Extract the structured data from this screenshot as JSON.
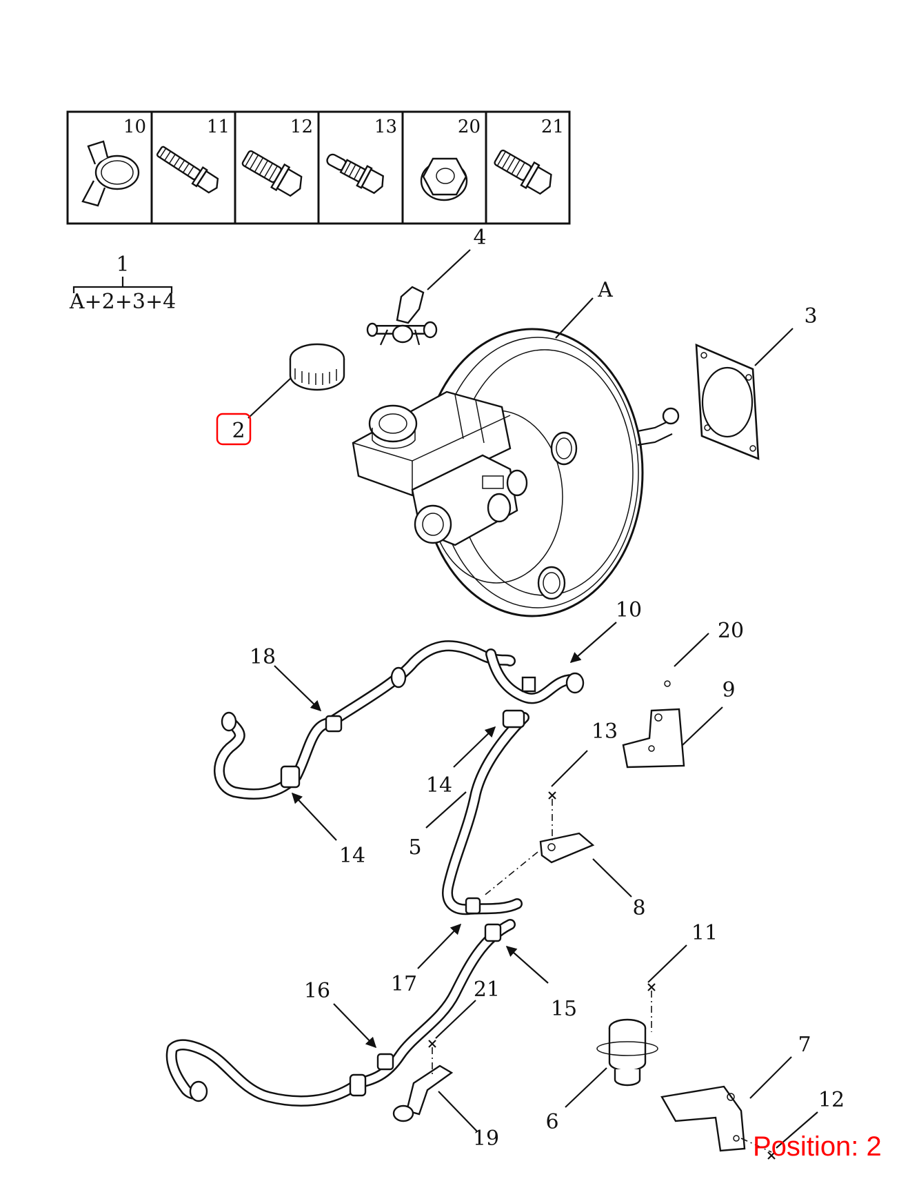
{
  "fastener_table": [
    "10",
    "11",
    "12",
    "13",
    "20",
    "21"
  ],
  "assembly": {
    "number": "1",
    "formula": "A+2+3+4"
  },
  "callouts": {
    "A": "A",
    "c2": "2",
    "c3": "3",
    "c4": "4",
    "c5": "5",
    "c6": "6",
    "c7": "7",
    "c8": "8",
    "c9": "9",
    "c10": "10",
    "c11": "11",
    "c12": "12",
    "c13": "13",
    "c14a": "14",
    "c14b": "14",
    "c15": "15",
    "c16": "16",
    "c17": "17",
    "c18": "18",
    "c19": "19",
    "c20": "20",
    "c21": "21"
  },
  "highlight": {
    "part": "2",
    "color": "#ff0000"
  },
  "position_label": "Position: 2"
}
